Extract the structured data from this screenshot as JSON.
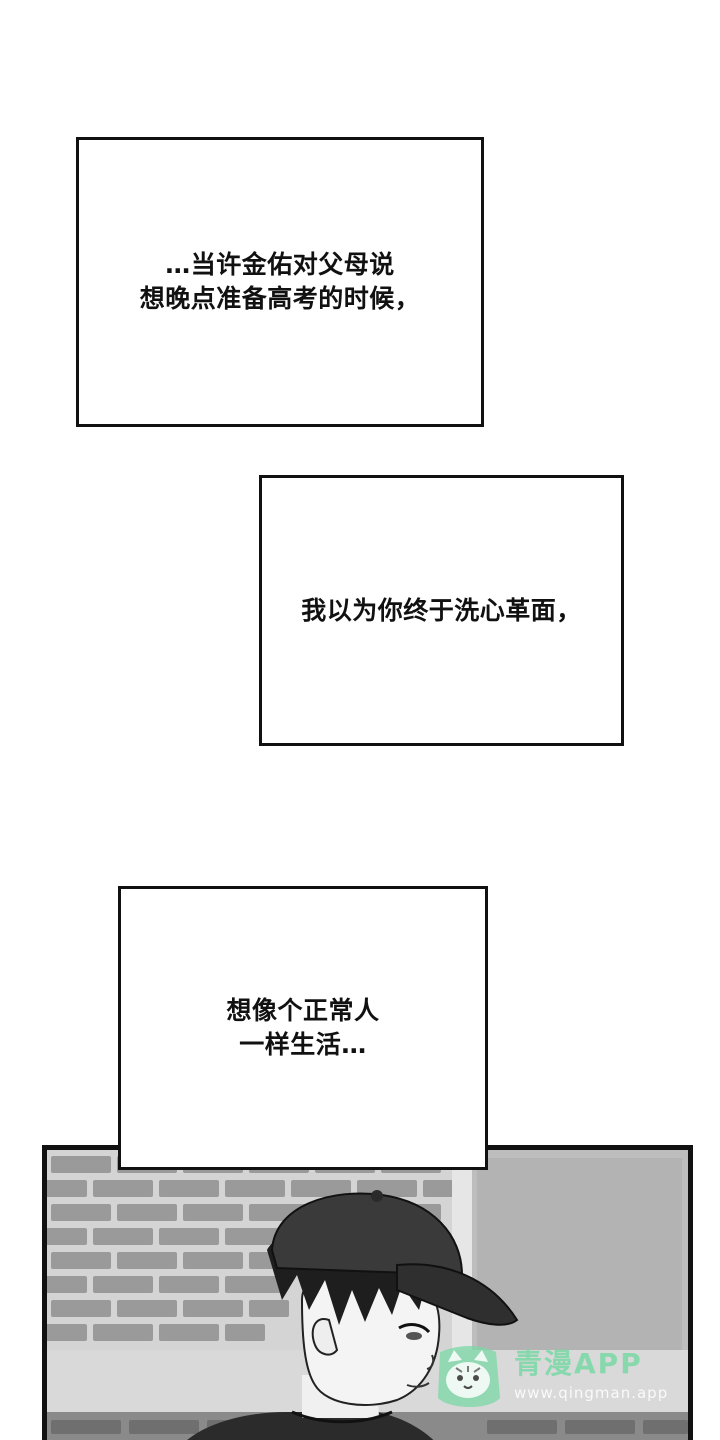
{
  "captions": [
    {
      "lines": [
        "…当许金佑对父母说",
        "想晚点准备高考的时候，"
      ]
    },
    {
      "lines": [
        "我以为你终于洗心革面，"
      ]
    },
    {
      "lines": [
        "想像个正常人",
        "一样生活…"
      ]
    }
  ],
  "watermark": {
    "title": "青漫APP",
    "url": "www.qingman.app"
  },
  "colors": {
    "ink": "#111111",
    "paper": "#ffffff",
    "watermark_green": "#78d7a5"
  }
}
